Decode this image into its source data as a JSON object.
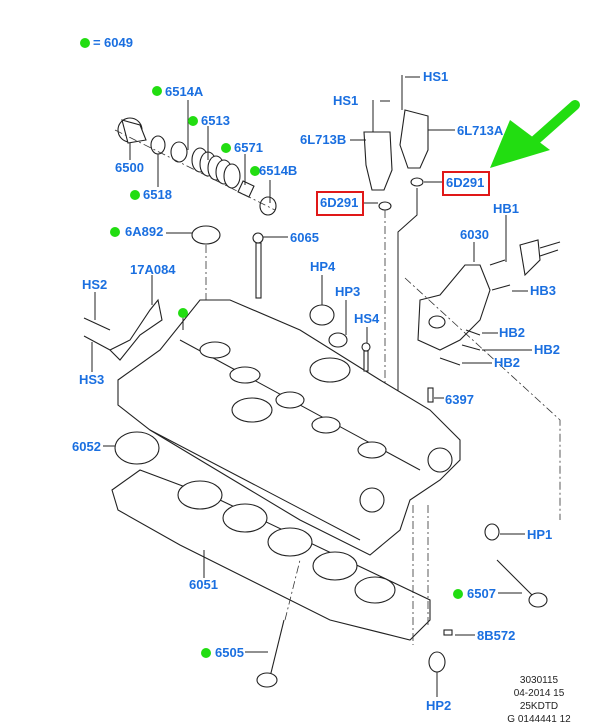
{
  "legend": {
    "symbol": "green-dot",
    "equals": "=",
    "value": "6049"
  },
  "colors": {
    "label": "#1a6fe0",
    "dot": "#22dd11",
    "highlight_box": "#e01818",
    "arrow": "#22dd11"
  },
  "labels": {
    "l6514A": "6514A",
    "l6513": "6513",
    "l6571": "6571",
    "l6514B": "6514B",
    "l6500": "6500",
    "l6518": "6518",
    "hs1a": "HS1",
    "hs1b": "HS1",
    "l6L713B": "6L713B",
    "l6L713A": "6L713A",
    "l6D291a": "6D291",
    "l6D291b": "6D291",
    "hb1": "HB1",
    "l6030": "6030",
    "hb3": "HB3",
    "hb2a": "HB2",
    "hb2b": "HB2",
    "hb2c": "HB2",
    "l6A892": "6A892",
    "l6065": "6065",
    "l17A084": "17A084",
    "hs2": "HS2",
    "hs3": "HS3",
    "hp4": "HP4",
    "hp3": "HP3",
    "hs4": "HS4",
    "l6397": "6397",
    "l6052": "6052",
    "l6051": "6051",
    "hp1": "HP1",
    "l6507": "6507",
    "l8B572": "8B572",
    "l6505": "6505",
    "hp2": "HP2"
  },
  "footer": [
    "3030115",
    "04-2014 15",
    "25KDTD",
    "G 0144441 12"
  ]
}
